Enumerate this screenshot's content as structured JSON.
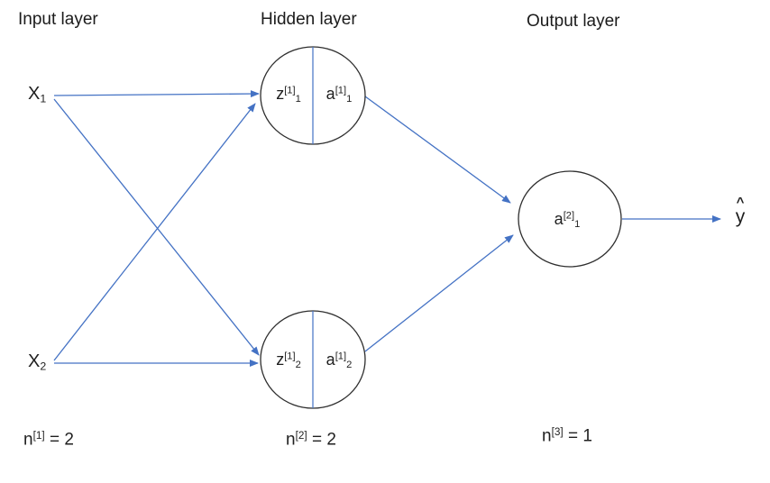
{
  "headers": {
    "input": "Input layer",
    "hidden": "Hidden layer",
    "output": "Output layer"
  },
  "inputs": [
    {
      "base": "X",
      "sub": "1"
    },
    {
      "base": "X",
      "sub": "2"
    }
  ],
  "hidden_nodes": [
    {
      "z_base": "z",
      "z_sup": "[1]",
      "z_sub": "1",
      "a_base": "a",
      "a_sup": "[1]",
      "a_sub": "1"
    },
    {
      "z_base": "z",
      "z_sup": "[1]",
      "z_sub": "2",
      "a_base": "a",
      "a_sup": "[1]",
      "a_sub": "2"
    }
  ],
  "output_node": {
    "base": "a",
    "sup": "[2]",
    "sub": "1"
  },
  "prediction": {
    "hat": "^",
    "base": "y"
  },
  "counts": [
    {
      "base": "n",
      "sup": "[1]",
      "rest": " = 2"
    },
    {
      "base": "n",
      "sup": "[2]",
      "rest": " = 2"
    },
    {
      "base": "n",
      "sup": "[3]",
      "rest": " = 1"
    }
  ],
  "colors": {
    "arrow": "#4472C4",
    "node_border": "#2e2e2e",
    "text": "#1f1f1f",
    "background": "#ffffff"
  }
}
